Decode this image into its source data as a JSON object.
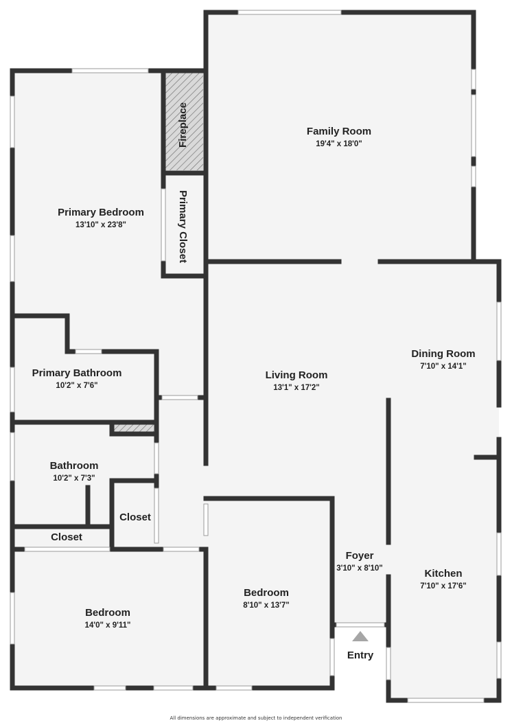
{
  "rooms": {
    "family_room": {
      "name": "Family Room",
      "dims": "19'4\" x 18'0\""
    },
    "primary_bedroom": {
      "name": "Primary Bedroom",
      "dims": "13'10\" x 23'8\""
    },
    "fireplace": {
      "name": "Fireplace"
    },
    "primary_closet": {
      "name": "Primary Closet"
    },
    "dining_room": {
      "name": "Dining Room",
      "dims": "7'10\" x 14'1\""
    },
    "living_room": {
      "name": "Living Room",
      "dims": "13'1\" x 17'2\""
    },
    "primary_bathroom": {
      "name": "Primary Bathroom",
      "dims": "10'2\" x 7'6\""
    },
    "bathroom": {
      "name": "Bathroom",
      "dims": "10'2\" x 7'3\""
    },
    "closet_hall": {
      "name": "Closet"
    },
    "closet_bath": {
      "name": "Closet"
    },
    "foyer": {
      "name": "Foyer",
      "dims": "3'10\" x 8'10\""
    },
    "kitchen": {
      "name": "Kitchen",
      "dims": "7'10\" x 17'6\""
    },
    "bedroom_middle": {
      "name": "Bedroom",
      "dims": "8'10\" x 13'7\""
    },
    "bedroom_left": {
      "name": "Bedroom",
      "dims": "14'0\" x 9'11\""
    },
    "entry": {
      "name": "Entry"
    }
  },
  "footnote": "All dimensions are approximate and subject to independent verification",
  "colors": {
    "wall": "#333333",
    "floor": "#f4f4f4",
    "background": "#ffffff",
    "entry_marker": "#a6a6a6"
  }
}
